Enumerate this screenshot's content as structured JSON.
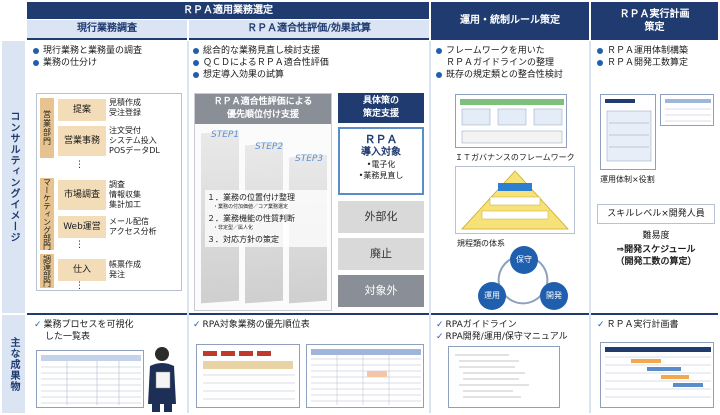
{
  "header": {
    "rpa_scope": "ＲＰＡ適用業務選定",
    "col1": "現行業務調査",
    "col2": "ＲＰＡ適合性評価/効果試算",
    "col3": "運用・統制ルール策定",
    "col4_line1": "ＲＰＡ実行計画",
    "col4_line2": "策定"
  },
  "rows": {
    "consulting": "コンサルティングイメージ",
    "deliverables": "主な成果物"
  },
  "col1": {
    "bullets": [
      "現行業務と業務量の調査",
      "業務の仕分け"
    ],
    "groups": [
      {
        "dept": "営業部門",
        "items": [
          {
            "name": "提案",
            "tasks": [
              "見積作成",
              "受注登録"
            ]
          },
          {
            "name": "営業事務",
            "tasks": [
              "注文受付",
              "システム投入",
              "POSデータDL"
            ]
          }
        ]
      },
      {
        "dept": "マーケティング部門",
        "items": [
          {
            "name": "市場調査",
            "tasks": [
              "調査",
              "情報収集",
              "集計加工"
            ]
          },
          {
            "name": "Web運営",
            "tasks": [
              "メール配信",
              "アクセス分析"
            ]
          }
        ]
      },
      {
        "dept": "調達部門",
        "items": [
          {
            "name": "仕入",
            "tasks": [
              "帳票作成",
              "発注"
            ]
          }
        ]
      }
    ],
    "dots": [
      "⋮",
      "⋮",
      "⋮"
    ],
    "deliverable_line1": "業務プロセスを可視化",
    "deliverable_line2": "した一覧表"
  },
  "col2": {
    "bullets": [
      "総合的な業務見直し検討支援",
      "ＱＣＤによるＲＰＡ適合性評価",
      "想定導入効果の試算"
    ],
    "panel_title_line1": "ＲＰＡ適合性評価による",
    "panel_title_line2": "優先順位付け支援",
    "steps": [
      "STEP1",
      "STEP2",
      "STEP3"
    ],
    "step_items": [
      {
        "title": "１．業務の位置付け整理",
        "sub": "・業務の付加価値／コア業務選定"
      },
      {
        "title": "２．業務機能の性質判断",
        "sub": "・非定型／属人化"
      },
      {
        "title": "３．対応方針の策定",
        "sub": ""
      }
    ],
    "measures_title_line1": "具体策の",
    "measures_title_line2": "策定支援",
    "rpa_target_line1": "ＲＰＡ",
    "rpa_target_line2": "導入対象",
    "rpa_target_items": [
      "•電子化",
      "•業務見直し"
    ],
    "options": [
      "外部化",
      "廃止",
      "対象外"
    ],
    "deliverable": "RPA対象業務の優先順位表"
  },
  "col3": {
    "bullets": [
      "フレームワークを用いた",
      "既存の規定類との整合性検討"
    ],
    "bullet1_line2": "ＲＰＡガイドラインの整理",
    "framework_caption": "ＩＴガバナンスのフレームワーク",
    "rules_caption": "規程類の体系",
    "cycle": [
      "保守",
      "運用",
      "開発"
    ],
    "deliverables": [
      "RPAガイドライン",
      "RPA開発/運用/保守マニュアル"
    ]
  },
  "col4": {
    "bullets": [
      "ＲＰＡ運用体制構築",
      "ＲＰＡ開発工数算定"
    ],
    "org_caption": "運用体制×役割",
    "skill_title": "スキルレベル×開発人員",
    "difficulty": "難易度",
    "schedule_line1": "⇒開発スケジュール",
    "schedule_line2": "（開発工数の算定）",
    "deliverable": "ＲＰＡ実行計画書"
  },
  "colors": {
    "navy": "#1f3b70",
    "accent": "#1f5fae",
    "light": "#dbe4f2",
    "tan": "#f3ddb8"
  }
}
